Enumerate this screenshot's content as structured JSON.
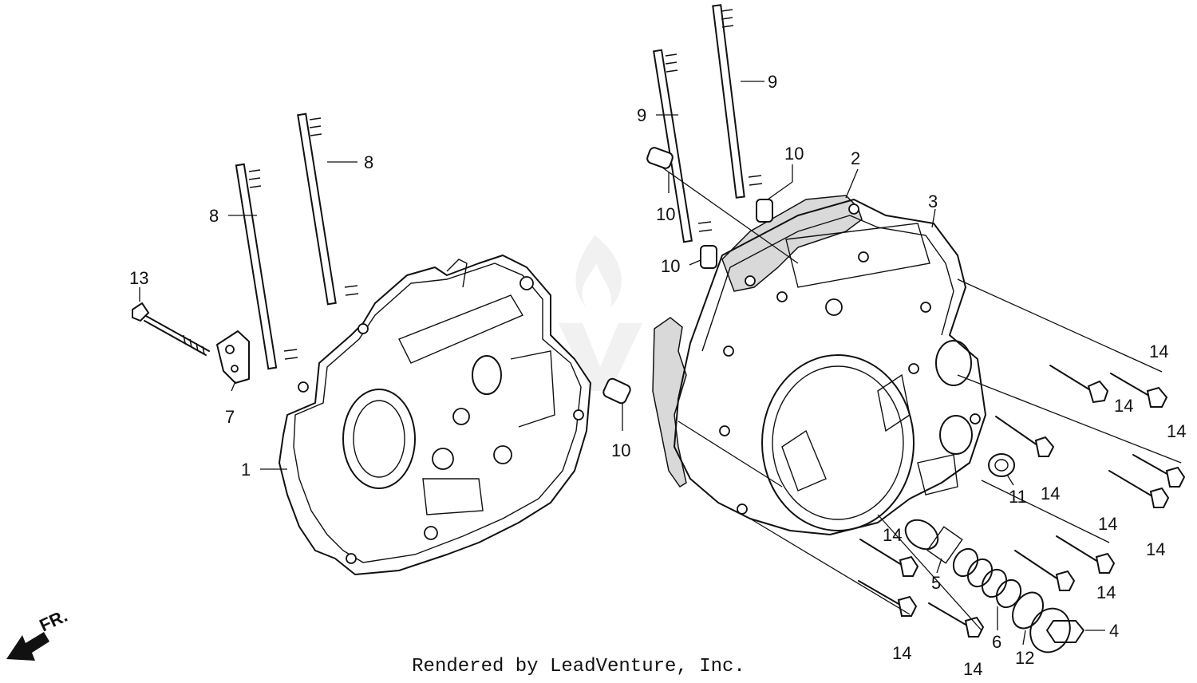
{
  "diagram": {
    "front_indicator": "FR.",
    "footer": "Rendered by LeadVenture, Inc.",
    "callouts": [
      {
        "id": "c1",
        "text": "1"
      },
      {
        "id": "c2",
        "text": "2"
      },
      {
        "id": "c3",
        "text": "3"
      },
      {
        "id": "c4",
        "text": "4"
      },
      {
        "id": "c5",
        "text": "5"
      },
      {
        "id": "c6",
        "text": "6"
      },
      {
        "id": "c7",
        "text": "7"
      },
      {
        "id": "c8a",
        "text": "8"
      },
      {
        "id": "c8b",
        "text": "8"
      },
      {
        "id": "c9a",
        "text": "9"
      },
      {
        "id": "c9b",
        "text": "9"
      },
      {
        "id": "c10a",
        "text": "10"
      },
      {
        "id": "c10b",
        "text": "10"
      },
      {
        "id": "c10c",
        "text": "10"
      },
      {
        "id": "c10d",
        "text": "10"
      },
      {
        "id": "c11",
        "text": "11"
      },
      {
        "id": "c12",
        "text": "12"
      },
      {
        "id": "c13",
        "text": "13"
      },
      {
        "id": "c14a",
        "text": "14"
      },
      {
        "id": "c14b",
        "text": "14"
      },
      {
        "id": "c14c",
        "text": "14"
      },
      {
        "id": "c14d",
        "text": "14"
      },
      {
        "id": "c14e",
        "text": "14"
      },
      {
        "id": "c14f",
        "text": "14"
      },
      {
        "id": "c14g",
        "text": "14"
      },
      {
        "id": "c14h",
        "text": "14"
      },
      {
        "id": "c14i",
        "text": "14"
      },
      {
        "id": "c14j",
        "text": "14"
      }
    ]
  }
}
